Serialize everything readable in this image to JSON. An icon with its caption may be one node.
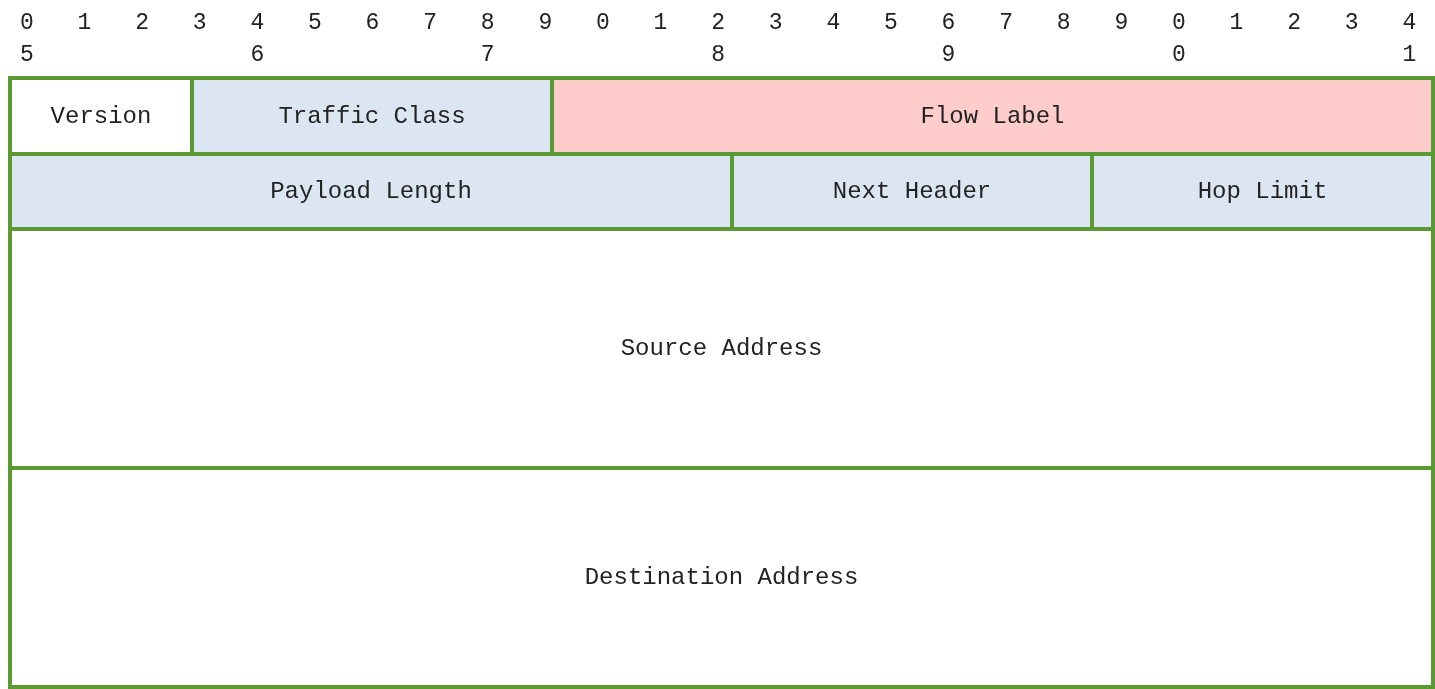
{
  "diagram": {
    "nodes": [
      {
        "text": [
          "Version"
        ]
      },
      {
        "text": [
          "Traffic Class"
        ]
      },
      {
        "text": [
          "Flow Label"
        ]
      },
      {
        "text": [
          "Payload Length"
        ]
      },
      {
        "text": [
          "Next Header"
        ]
      },
      {
        "text": [
          "Hop Limit"
        ]
      },
      {
        "text": [
          "Source Address"
        ]
      },
      {
        "text": [
          "Destination Address"
        ]
      }
    ],
    "labels": [
      "0",
      "1",
      "2",
      "3",
      "4",
      "5",
      "6",
      "7",
      "8",
      "9",
      "0",
      "1",
      "2",
      "3",
      "4",
      "5",
      "6",
      "7",
      "8",
      "9",
      "0",
      "1",
      "2",
      "3",
      "4",
      "5",
      "6",
      "7",
      "8",
      "9",
      "0",
      "1"
    ]
  }
}
